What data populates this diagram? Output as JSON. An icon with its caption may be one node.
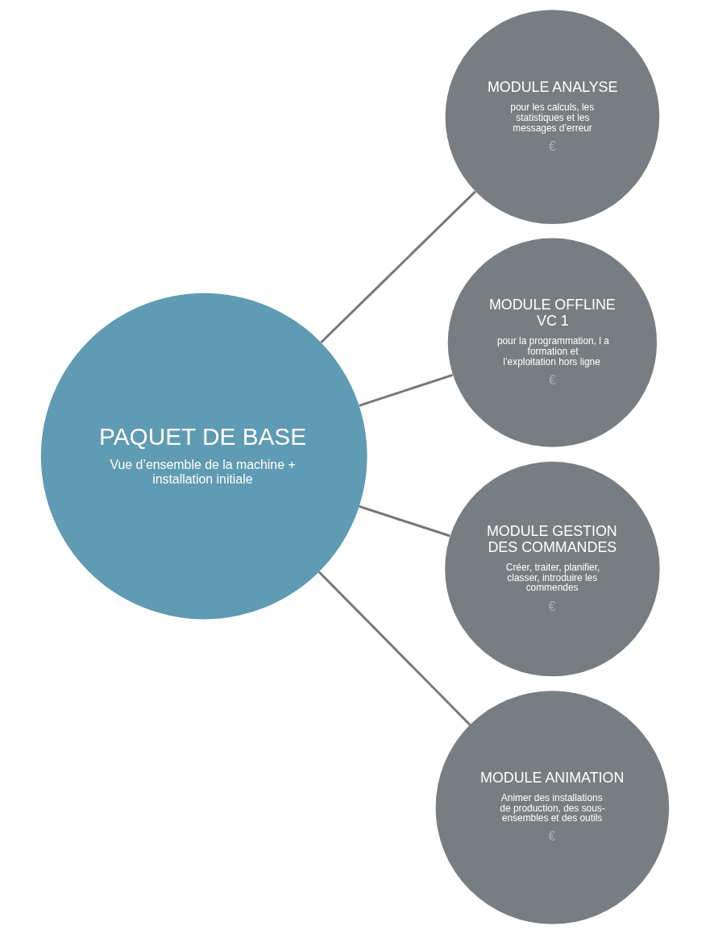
{
  "diagram": {
    "nodes": [
      {
        "text": [
          "PAQUET DE BASE",
          "Vue d’ensemble de la machine + installation initiale"
        ]
      },
      {
        "text": [
          "MODULE ANALYSE",
          "pour les calculs, les statistiques et les messages d’erreur",
          "€"
        ]
      },
      {
        "text": [
          "MODULE OFFLINE VC 1",
          "pour la programmation, l a formation et l’exploitation hors ligne",
          "€"
        ]
      },
      {
        "text": [
          "MODULE GESTION DES COMMANDES",
          "Créer, traiter, planifier, classer, introduire les commendes",
          "€"
        ]
      },
      {
        "text": [
          "MODULE ANIMATION",
          "Animer des installations de production, des sous-ensembles et des outils",
          "€"
        ]
      }
    ],
    "edges": [
      {
        "from": 0,
        "to": 1,
        "arrow": "none"
      },
      {
        "from": 0,
        "to": 2,
        "arrow": "none"
      },
      {
        "from": 0,
        "to": 3,
        "arrow": "none"
      },
      {
        "from": 0,
        "to": 4,
        "arrow": "none"
      }
    ]
  }
}
